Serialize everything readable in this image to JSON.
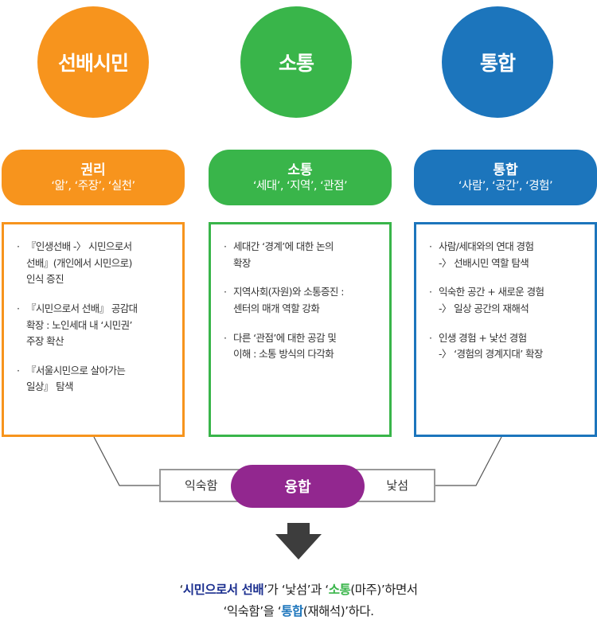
{
  "colors": {
    "orange": "#F7941D",
    "green": "#39B54A",
    "blue": "#1C75BC",
    "purple": "#92278F",
    "navy": "#1B2F8F",
    "gray_line": "#555555"
  },
  "circles": [
    {
      "label": "선배시민"
    },
    {
      "label": "소통"
    },
    {
      "label": "통합"
    }
  ],
  "pills": [
    {
      "title": "권리",
      "subtitle": "‘앎’, ‘주장’, ‘실천’"
    },
    {
      "title": "소통",
      "subtitle": "‘세대’, ‘지역’, ‘관점’"
    },
    {
      "title": "통합",
      "subtitle": "‘사람’, ‘공간’, ‘경험’"
    }
  ],
  "boxes": [
    {
      "items": [
        {
          "bullet": "·",
          "text": "『인생선배 -〉 시민으로서\n선배』(개인에서 시민으로)\n인식 증진"
        },
        {
          "bullet": "·",
          "text": "『시민으로서 선배』 공감대\n확장 : 노인세대 내 ‘시민권’\n주장 확산"
        },
        {
          "bullet": "·",
          "text": "『서울시민으로 살아가는\n일상』 탐색"
        }
      ]
    },
    {
      "items": [
        {
          "bullet": "·",
          "text": "세대간 ‘경계’에 대한 논의\n확장"
        },
        {
          "bullet": "·",
          "text": "지역사회(자원)와 소통증진 :\n센터의 매개 역할 강화"
        },
        {
          "bullet": "·",
          "text": "다른 ‘관점’에 대한 공감 및\n이해 : 소통 방식의 다각화"
        }
      ]
    },
    {
      "items": [
        {
          "bullet": "·",
          "text": "사람/세대와의 연대 경험\n-〉 선배시민 역할 탐색"
        },
        {
          "bullet": "·",
          "text": "익숙한 공간 + 새로운 경험\n-〉 일상 공간의 재해석"
        },
        {
          "bullet": "·",
          "text": "인생 경험 + 낯선 경험\n-〉 ‘경험의 경계지대’ 확장"
        }
      ]
    }
  ],
  "fusion": {
    "label": "융합",
    "left": "익숙함",
    "right": "낯섬"
  },
  "summary": {
    "l1_p1": "‘",
    "l1_k1": "시민으로서 선배",
    "l1_p2": "’가 ‘낯섬’과 ‘",
    "l1_k2": "소통",
    "l1_p3": "(마주)’하면서",
    "l2_p1": "‘익숙함’을 ‘",
    "l2_k1": "통합",
    "l2_p2": "(재해석)’하다."
  }
}
